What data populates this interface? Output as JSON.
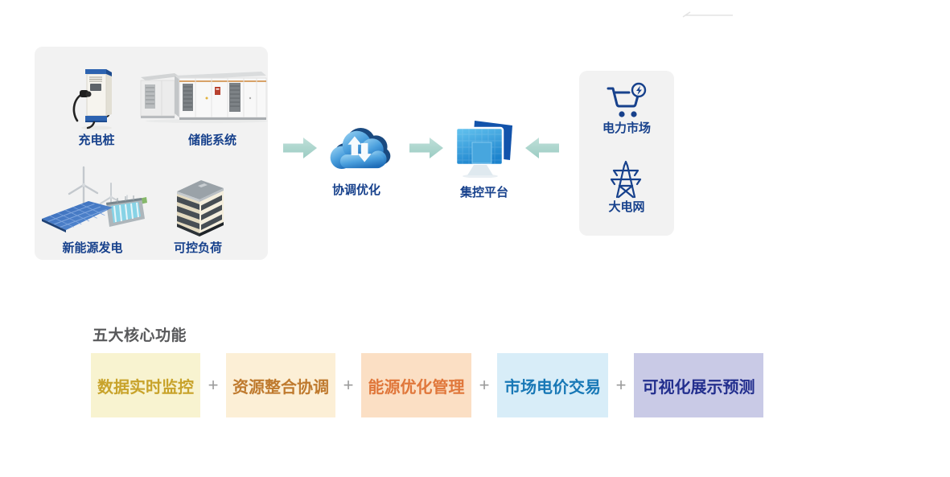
{
  "diagram": {
    "sources": {
      "items": [
        {
          "label": "充电桩",
          "icon": "ev-charger-icon"
        },
        {
          "label": "储能系统",
          "icon": "storage-cabinet-icon"
        },
        {
          "label": "新能源发电",
          "icon": "renewable-energy-icon"
        },
        {
          "label": "可控负荷",
          "icon": "building-icon"
        }
      ]
    },
    "flow": {
      "cloud_label": "协调优化",
      "platform_label": "集控平台"
    },
    "market": {
      "items": [
        {
          "label": "电力市场",
          "icon": "cart-lightning-icon"
        },
        {
          "label": "大电网",
          "icon": "transmission-tower-icon"
        }
      ]
    },
    "colors": {
      "label_navy": "#17418c",
      "arrow_teal": "#a9d4cb",
      "panel_gray": "#f2f2f2",
      "heading_gray": "#58595b",
      "plus_gray": "#9b9b9b"
    }
  },
  "functions": {
    "heading": "五大核心功能",
    "separator": "+",
    "items": [
      {
        "label": "数据实时监控",
        "bg": "#f8f3d0",
        "fg": "#c8a32b"
      },
      {
        "label": "资源整合协调",
        "bg": "#fcefd6",
        "fg": "#bf7a2e"
      },
      {
        "label": "能源优化管理",
        "bg": "#fbdfc4",
        "fg": "#e0773b"
      },
      {
        "label": "市场电价交易",
        "bg": "#d8edf8",
        "fg": "#1878b6"
      },
      {
        "label": "可视化展示预测",
        "bg": "#c9cae6",
        "fg": "#232f8e"
      }
    ]
  }
}
